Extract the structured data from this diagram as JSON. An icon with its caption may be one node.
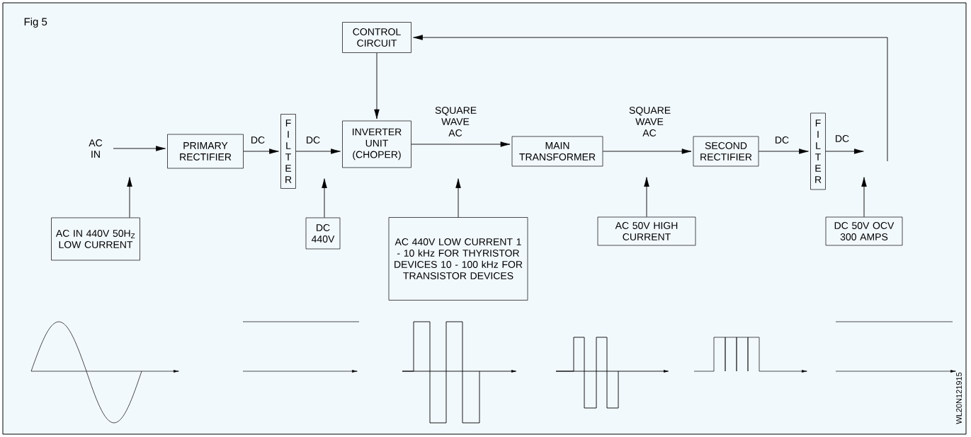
{
  "diagram": {
    "title": "Fig 5",
    "nodes": [
      {
        "text": [
          "CONTROL CIRCUIT"
        ]
      },
      {
        "text": [
          "AC IN"
        ]
      },
      {
        "text": [
          "PRIMARY RECTIFIER"
        ]
      },
      {
        "text": [
          "F I L T E R"
        ]
      },
      {
        "text": [
          "INVERTER UNIT (CHOPER)"
        ]
      },
      {
        "text": [
          "MAIN TRANSFORMER"
        ]
      },
      {
        "text": [
          "SECOND RECTIFIER"
        ]
      },
      {
        "text": [
          "F I L T E R"
        ]
      },
      {
        "text": [
          "AC IN 440V 50H$_{Z}$ LOW CURRENT"
        ]
      },
      {
        "text": [
          "DC 440V"
        ]
      },
      {
        "text": [
          "AC 440V LOW CURRENT 1 - 10 kHz FOR THYRISTOR DEVICES 10 - 100 kHz FOR TRANSISTOR DEVICES"
        ]
      },
      {
        "text": [
          "AC 50V HIGH CURRENT"
        ]
      },
      {
        "text": [
          "DC 50V OCV 300 AMPS"
        ]
      }
    ],
    "edges": [
      {
        "from": 1,
        "to": 2,
        "arrow": "to"
      },
      {
        "from": 2,
        "to": 3,
        "arrow": "to",
        "label": "DC"
      },
      {
        "from": 3,
        "to": 4,
        "arrow": "to",
        "label": "DC"
      },
      {
        "from": 0,
        "to": 4,
        "arrow": "to"
      },
      {
        "from": 4,
        "to": 5,
        "arrow": "to",
        "label": "SQUARE WAVE AC"
      },
      {
        "from": 5,
        "to": 6,
        "arrow": "to",
        "label": "SQUARE WAVE AC"
      },
      {
        "from": 6,
        "to": 7,
        "arrow": "to",
        "label": "DC"
      },
      {
        "from": 7,
        "to": null,
        "arrow": "to",
        "label": "DC"
      },
      {
        "from": null,
        "to": 0,
        "arrow": "to"
      },
      {
        "from": 8,
        "to": null,
        "arrow": "to"
      },
      {
        "from": 9,
        "to": null,
        "arrow": "to"
      },
      {
        "from": 10,
        "to": null,
        "arrow": "to"
      },
      {
        "from": 11,
        "to": null,
        "arrow": "to"
      },
      {
        "from": 12,
        "to": null,
        "arrow": "to"
      }
    ],
    "labels": [
      "WL20N121915"
    ]
  }
}
